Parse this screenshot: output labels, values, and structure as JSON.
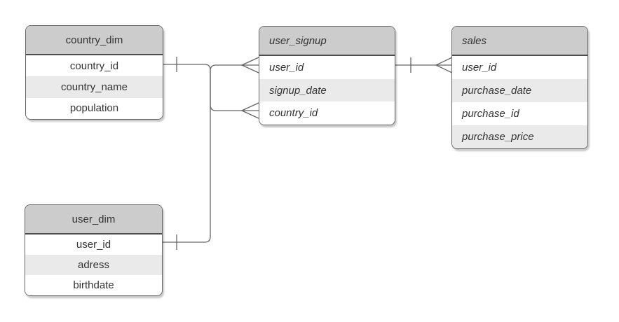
{
  "diagram": {
    "type": "entity-relationship",
    "background_color": "#ffffff",
    "colors": {
      "header_fill": "#cccccc",
      "row_fill": "#ffffff",
      "row_alt_fill": "#eaeaea",
      "border": "#666666",
      "text": "#333333"
    },
    "entities": [
      {
        "title": "country_dim",
        "fields": [
          "country_id",
          "country_name",
          "population"
        ],
        "text_style": "regular-centered"
      },
      {
        "title": "user_signup",
        "fields": [
          "user_id",
          "signup_date",
          "country_id"
        ],
        "text_style": "italic-left"
      },
      {
        "title": "sales",
        "fields": [
          "user_id",
          "purchase_date",
          "purchase_id",
          "purchase_price"
        ],
        "text_style": "italic-left"
      },
      {
        "title": "user_dim",
        "fields": [
          "user_id",
          "adress",
          "birthdate"
        ],
        "text_style": "regular-centered"
      }
    ],
    "relationships": [
      {
        "from": "country_dim.country_id",
        "from_cardinality": "one",
        "to": "user_signup.country_id",
        "to_cardinality": "many"
      },
      {
        "from": "user_dim.user_id",
        "from_cardinality": "one",
        "to": "user_signup.user_id",
        "to_cardinality": "many"
      },
      {
        "from": "user_signup.user_id",
        "from_cardinality": "one",
        "to": "sales.user_id",
        "to_cardinality": "many"
      }
    ]
  }
}
